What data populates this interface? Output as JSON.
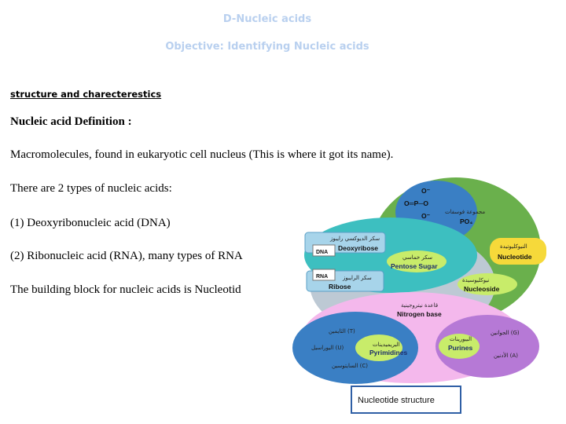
{
  "header": {
    "title": "D-Nucleic acids",
    "objective": "Objective: Identifying Nucleic acids"
  },
  "body": {
    "subheading": "structure and charecterestics",
    "definition_heading": "Nucleic acid Definition :",
    "definition_text": "Macromolecules, found in eukaryotic cell nucleus (This is where it got its name).",
    "types_intro": "There are 2 types of nucleic acids:",
    "type1": "(1) Deoxyribonucleic acid (DNA)",
    "type2": "(2) Ribonucleic acid (RNA), many types of RNA",
    "building_block": "The building block for nucleic acids is Nucleotid"
  },
  "diagram": {
    "phosphate_top": "O⁻",
    "phosphate_mid": "O═P─O",
    "phosphate_bottom": "O⁻",
    "phosphate_ar": "مجموعة فوسفات",
    "phosphate_en": "PO₄",
    "nucleotide_ar": "النيوكليوتيدة",
    "nucleotide_en": "Nucleotide",
    "deoxyribose_ar": "سكر الديوكسي رايبوز",
    "deoxyribose_en": "Deoxyribose",
    "dna_tag": "DNA",
    "pentose_ar": "سكر خماسي",
    "pentose_en": "Pentose Sugar",
    "rna_tag": "RNA",
    "ribose_ar": "سكر الرايبوز",
    "ribose_en": "Ribose",
    "nucleoside_ar": "نيوكليوسيدة",
    "nucleoside_en": "Nucleoside",
    "nbase_ar": "قاعدة نيتروجينية",
    "nbase_en": "Nitrogen base",
    "thymine": "الثايمين (T)",
    "uracil": "اليوراسيل (U)",
    "cytosine": "السايتوسين (C)",
    "pyrimidines_ar": "البريميدينات",
    "pyrimidines_en": "Pyrimidines",
    "purines_ar": "البيورينات",
    "purines_en": "Purines",
    "guanine": "الجوانين (G)",
    "adenine": "الأدنين (A)",
    "caption": "Nucleotide structure"
  }
}
